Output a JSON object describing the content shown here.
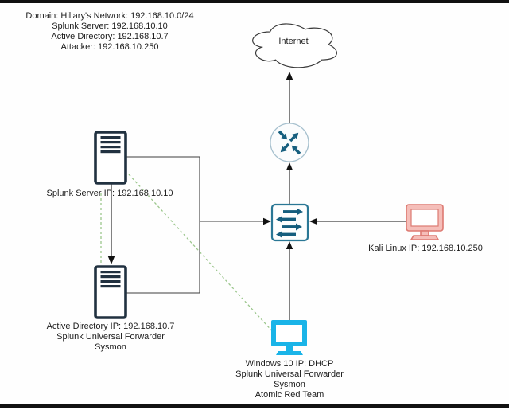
{
  "colors": {
    "line": "#3f3f3f",
    "arrow_black": "#111111",
    "green_dashed": "#9cc78d",
    "icon_dark_navy": "#213140",
    "network_teal": "#155e7e",
    "router_border": "#a6c0ce",
    "switch_border": "#2a7795",
    "kali_salmon": "#dd7a72",
    "kali_salmon_light": "#f5beb9",
    "windows_cyan": "#1ab4e8"
  },
  "info_block": {
    "lines": [
      "Domain: Hillary's Network: 192.168.10.0/24",
      "Splunk Server: 192.168.10.10",
      "Active Directory: 192.168.10.7",
      "Attacker: 192.168.10.250"
    ]
  },
  "nodes": {
    "internet": {
      "label": "Internet"
    },
    "router": {
      "type": "router"
    },
    "switch": {
      "type": "switch"
    },
    "splunk_server": {
      "label": "Splunk Server IP: 192.168.10.10"
    },
    "active_directory": {
      "label_lines": [
        "Active Directory IP: 192.168.10.7",
        "Splunk Universal Forwarder",
        "Sysmon"
      ]
    },
    "kali": {
      "label": "Kali Linux IP: 192.168.10.250"
    },
    "windows10": {
      "label_lines": [
        "Windows 10 IP: DHCP",
        "Splunk Universal Forwarder",
        "Sysmon",
        "Atomic Red Team"
      ]
    }
  },
  "links": [
    {
      "from": "router",
      "to": "internet",
      "style": "solid-arrow"
    },
    {
      "from": "switch",
      "to": "router",
      "style": "solid-arrow"
    },
    {
      "from": "splunk-server",
      "to": "switch",
      "style": "elbow-solid-arrow"
    },
    {
      "from": "active-directory",
      "to": "switch",
      "style": "elbow-solid"
    },
    {
      "from": "kali-linux",
      "to": "switch",
      "style": "solid-arrow"
    },
    {
      "from": "windows-10",
      "to": "switch",
      "style": "solid-arrow"
    },
    {
      "from": "splunk-server",
      "to": "active-directory",
      "style": "solid-arrow"
    },
    {
      "from": "splunk-server",
      "to": "active-directory",
      "style": "green-dashed"
    },
    {
      "from": "splunk-server",
      "to": "windows-10",
      "style": "green-dashed"
    }
  ]
}
